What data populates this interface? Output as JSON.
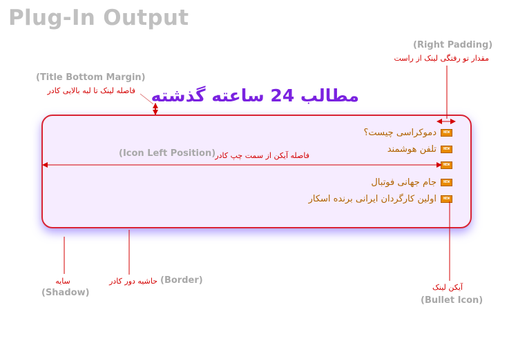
{
  "page_title": "Plug-In Output",
  "widget_title": "مطالب 24 ساعته گذشته",
  "bullet_label": "NEW",
  "items": [
    {
      "text": "دموکراسی چیست؟"
    },
    {
      "text": "تلفن هوشمند"
    },
    {
      "text": ""
    },
    {
      "text": "جام جهانی فوتبال"
    },
    {
      "text": "اولین کارگردان ایرانی برنده اسکار"
    }
  ],
  "annotations": {
    "right_padding": {
      "en": "(Right Padding)",
      "fa": "مقدار تو رفتگی لینک از راست"
    },
    "title_bottom_margin": {
      "en": "(Title Bottom Margin)",
      "fa": "فاصله لینک تا لبه بالایی کادر"
    },
    "icon_left_position": {
      "en": "(Icon Left Position)",
      "fa": "فاصله آیکن از سمت چپ کادر"
    },
    "shadow": {
      "en": "(Shadow)",
      "fa": "سایه"
    },
    "border": {
      "en": "(Border)",
      "fa": "حاشیه دور کادر"
    },
    "bullet_icon": {
      "en": "(Bullet Icon)",
      "fa": "آیکن لینک"
    }
  },
  "colors": {
    "title": "#7a22e0",
    "annotation_fa": "#d40000",
    "annotation_en": "#a8a8a8",
    "box_border": "#d92433",
    "box_background": "#f6ecff",
    "shadow": "#6e50ff",
    "link_text": "#b06400",
    "icon": "#e88a00"
  }
}
